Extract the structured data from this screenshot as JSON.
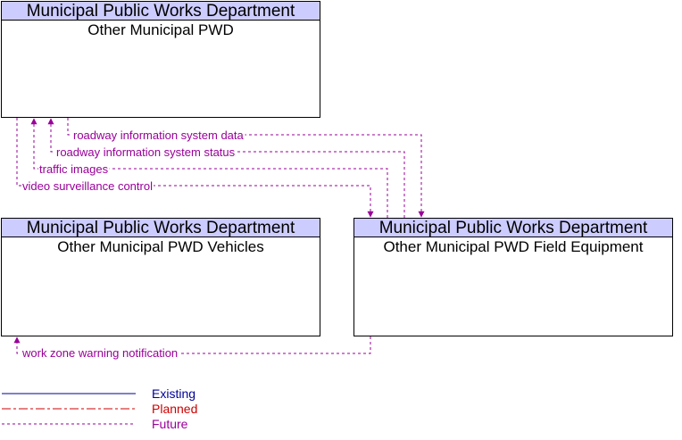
{
  "boxes": {
    "pwd": {
      "header": "Municipal Public Works Department",
      "title": "Other Municipal PWD"
    },
    "vehicles": {
      "header": "Municipal Public Works Department",
      "title": "Other Municipal PWD Vehicles"
    },
    "field": {
      "header": "Municipal Public Works Department",
      "title": "Other Municipal PWD Field Equipment"
    }
  },
  "flows": [
    "roadway information system data",
    "roadway information system status",
    "traffic images",
    "video surveillance control",
    "work zone warning notification"
  ],
  "legend": {
    "existing": {
      "label": "Existing",
      "color": "#000099"
    },
    "planned": {
      "label": "Planned",
      "color": "#cc0000"
    },
    "future": {
      "label": "Future",
      "color": "#990099"
    }
  }
}
